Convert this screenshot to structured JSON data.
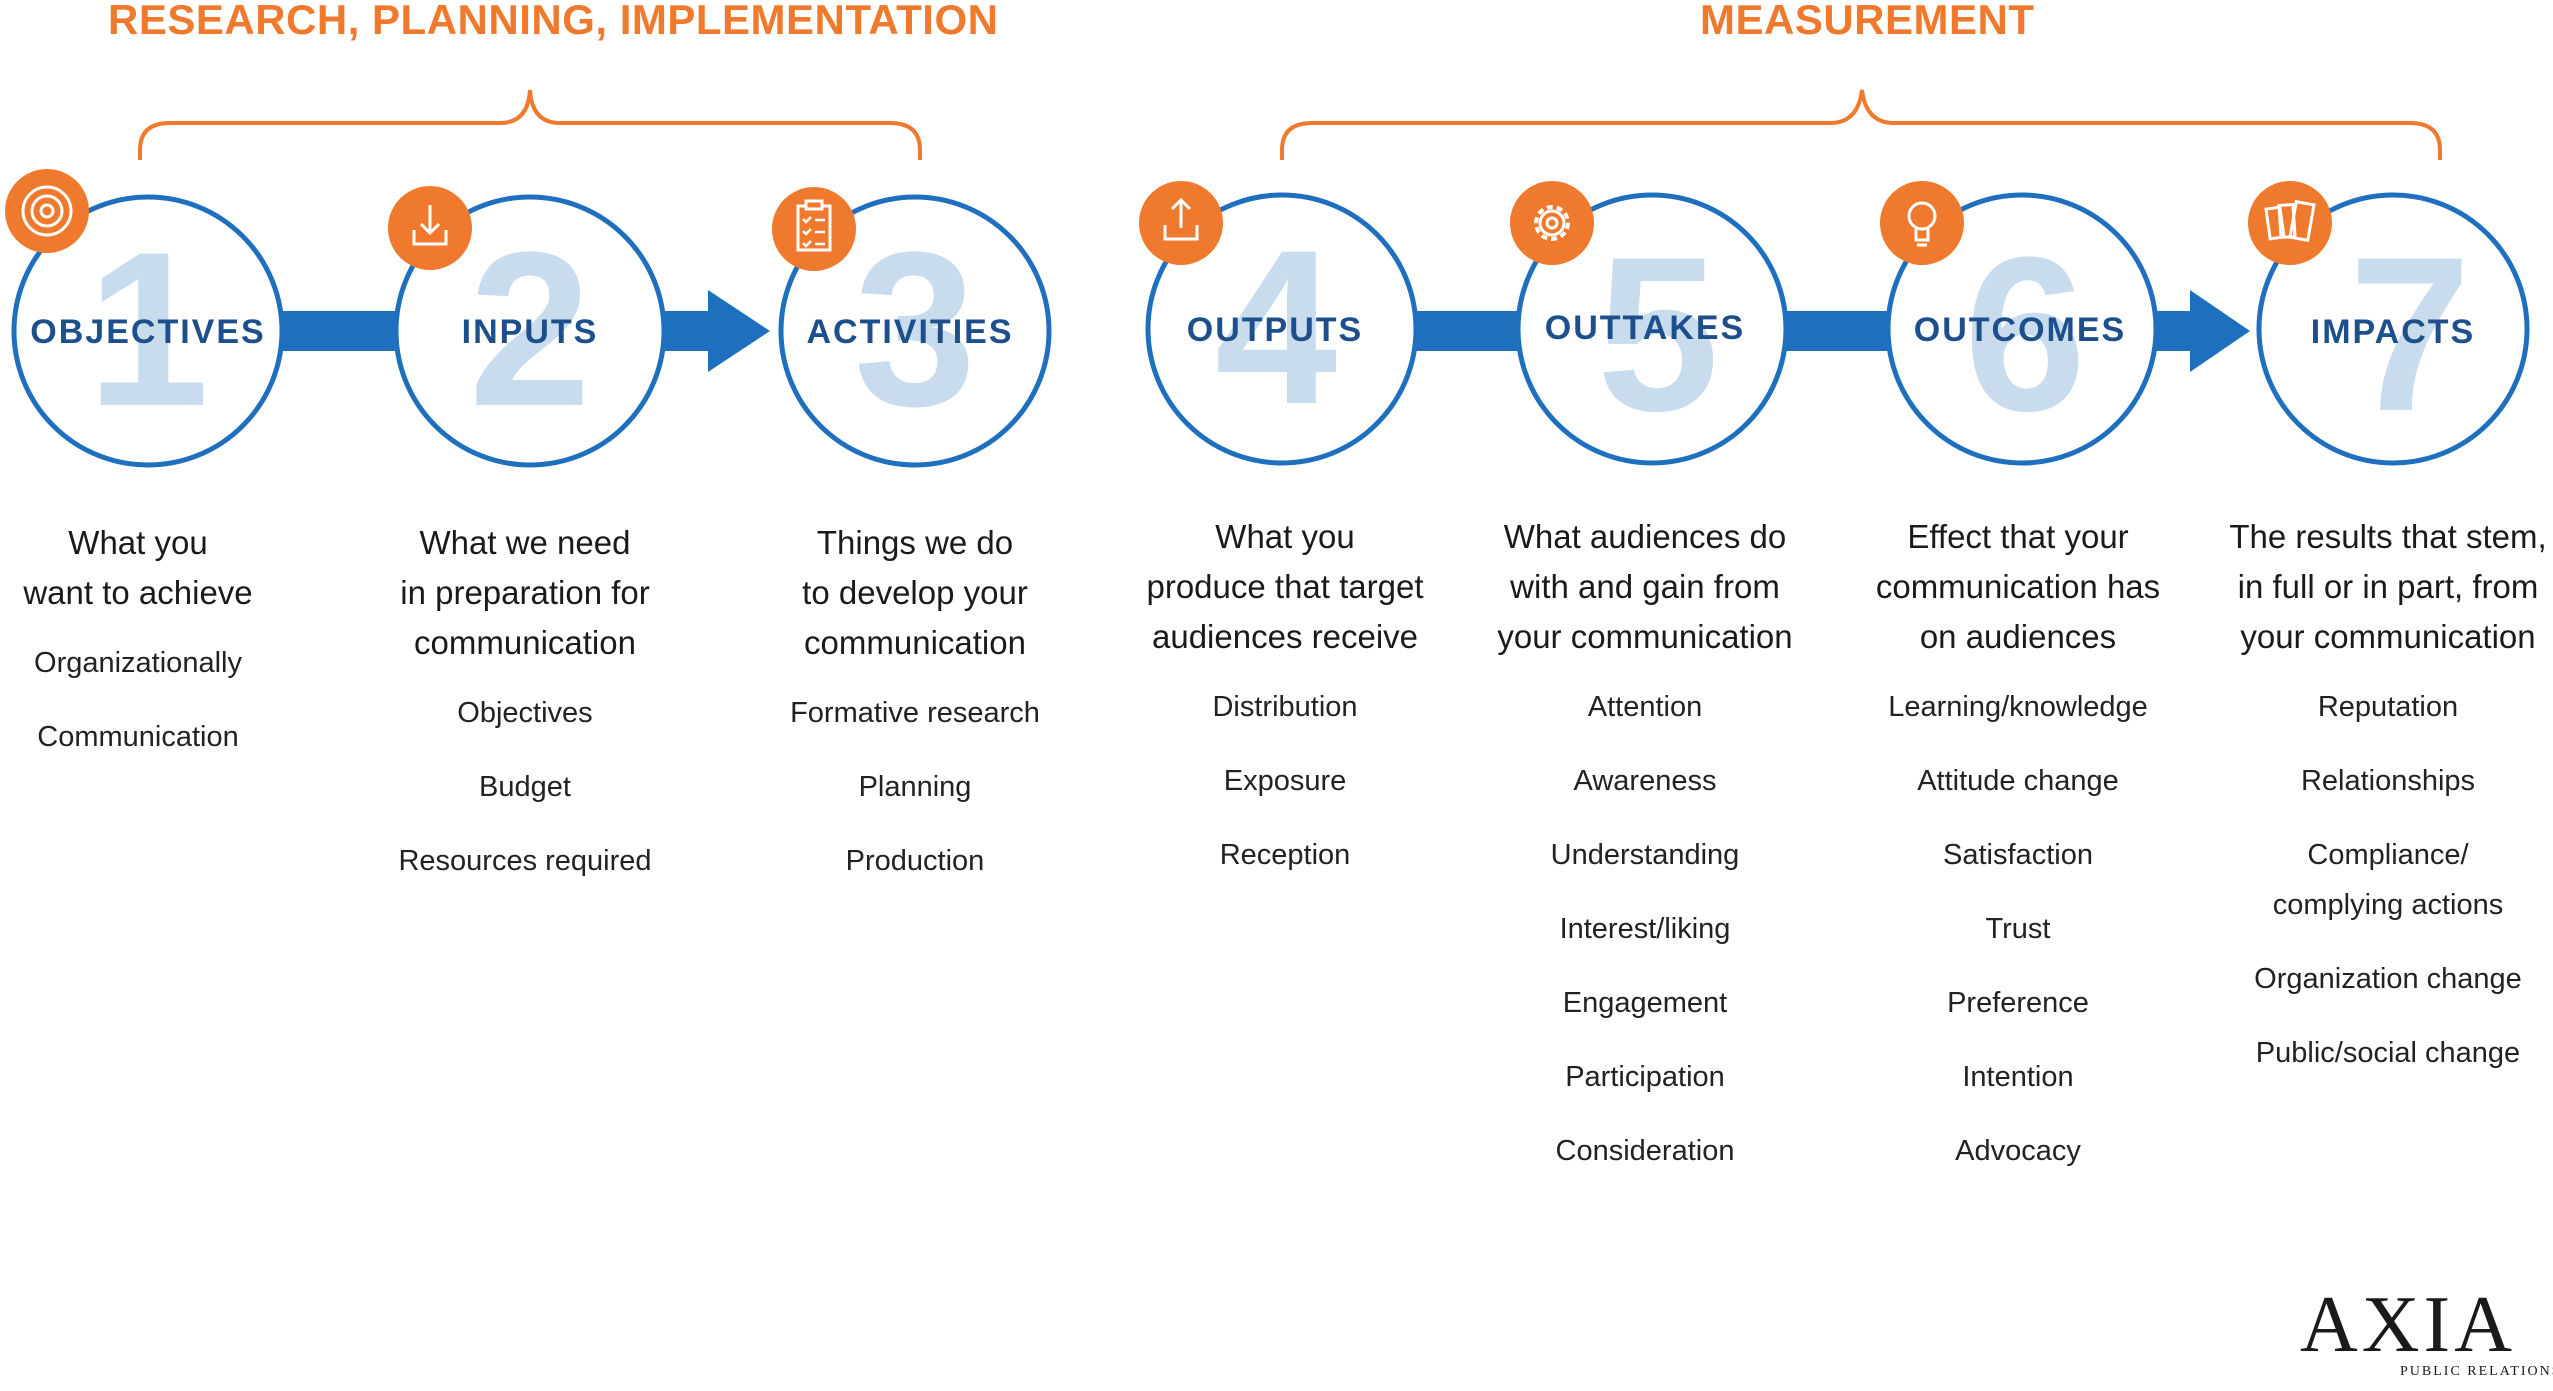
{
  "phases": {
    "research": "RESEARCH, PLANNING, IMPLEMENTATION",
    "measurement": "MEASUREMENT"
  },
  "steps": [
    {
      "number": "1",
      "label": "OBJECTIVES",
      "icon": "target-icon",
      "heading": [
        "What you",
        "want to achieve"
      ],
      "items": [
        "Organizationally",
        "Communication"
      ]
    },
    {
      "number": "2",
      "label": "INPUTS",
      "icon": "download-tray-icon",
      "heading": [
        "What we need",
        "in preparation for",
        "communication"
      ],
      "items": [
        "Objectives",
        "Budget",
        "Resources required"
      ]
    },
    {
      "number": "3",
      "label": "ACTIVITIES",
      "icon": "checklist-clipboard-icon",
      "heading": [
        "Things we do",
        "to develop your",
        "communication"
      ],
      "items": [
        "Formative research",
        "Planning",
        "Production"
      ]
    },
    {
      "number": "4",
      "label": "OUTPUTS",
      "icon": "upload-tray-icon",
      "heading": [
        "What you",
        "produce that target",
        "audiences receive"
      ],
      "items": [
        "Distribution",
        "Exposure",
        "Reception"
      ]
    },
    {
      "number": "5",
      "label": "OUTTAKES",
      "icon": "gear-icon",
      "heading": [
        "What audiences do",
        "with and gain from",
        "your communication"
      ],
      "items": [
        "Attention",
        "Awareness",
        "Understanding",
        "Interest/liking",
        "Engagement",
        "Participation",
        "Consideration"
      ]
    },
    {
      "number": "6",
      "label": "OUTCOMES",
      "icon": "lightbulb-icon",
      "heading": [
        "Effect that your",
        "communication has",
        "on audiences"
      ],
      "items": [
        "Learning/knowledge",
        "Attitude change",
        "Satisfaction",
        "Trust",
        "Preference",
        "Intention",
        "Advocacy"
      ]
    },
    {
      "number": "7",
      "label": "IMPACTS",
      "icon": "documents-icon",
      "heading": [
        "The results that stem,",
        "in full or in part, from",
        "your communication"
      ],
      "items": [
        "Reputation",
        "Relationships",
        "Compliance/\ncomplying actions",
        "Organization change",
        "Public/social change"
      ]
    }
  ],
  "logo": {
    "name": "AXIA",
    "tagline": "PUBLIC RELATIONS"
  },
  "colors": {
    "orange": "#ef7a2e",
    "blue": "#1f6fbf",
    "navy": "#1c4f8c",
    "number_fill": "#c8dcee"
  }
}
